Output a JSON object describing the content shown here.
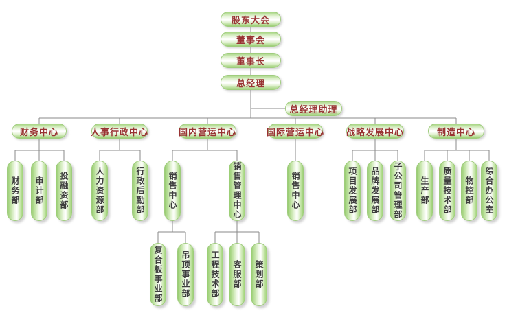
{
  "chart_title": "",
  "colors": {
    "capsule_green": "#9ccf74",
    "capsule_highlight": "#ffffff",
    "capsule_border": "#9fcc7d",
    "connector_line": "#8a8a8a",
    "center_text": "#993333",
    "department_text": "#3e3e3e",
    "background": "#ffffff"
  },
  "tree": {
    "label": "股东大会",
    "child": {
      "label": "董事会",
      "child": {
        "label": "董事长",
        "child": {
          "label": "总经理",
          "assistant": {
            "label": "总经理助理"
          },
          "children": [
            {
              "label": "财务中心",
              "children": [
                {
                  "label": "财务部"
                },
                {
                  "label": "审计部"
                },
                {
                  "label": "投融资部"
                }
              ]
            },
            {
              "label": "人事行政中心",
              "children": [
                {
                  "label": "人力资源部"
                },
                {
                  "label": "行政后勤部"
                }
              ]
            },
            {
              "label": "国内营运中心",
              "children": [
                {
                  "label": "销售中心",
                  "children": [
                    {
                      "label": "复合板事业部"
                    },
                    {
                      "label": "吊顶事业部"
                    }
                  ]
                },
                {
                  "label": "销售管理中心",
                  "children": [
                    {
                      "label": "工程技术部"
                    },
                    {
                      "label": "客服部"
                    },
                    {
                      "label": "策划部"
                    }
                  ]
                }
              ]
            },
            {
              "label": "国际营运中心",
              "children": [
                {
                  "label": "销售中心"
                }
              ]
            },
            {
              "label": "战略发展中心",
              "children": [
                {
                  "label": "项目发展部"
                },
                {
                  "label": "品牌发展部"
                },
                {
                  "label": "子公司管理部"
                }
              ]
            },
            {
              "label": "制造中心",
              "children": [
                {
                  "label": "生产部"
                },
                {
                  "label": "质量技术部"
                },
                {
                  "label": "物控部"
                },
                {
                  "label": "综合办公室"
                }
              ]
            }
          ]
        }
      }
    }
  }
}
